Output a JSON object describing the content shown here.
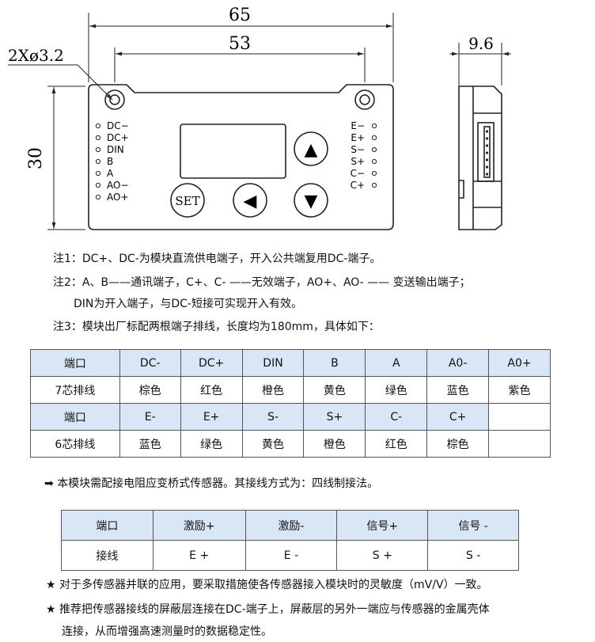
{
  "drawing": {
    "dims": {
      "total_width": "65",
      "hole_spacing": "53",
      "hole_spec": "2Xø3.2",
      "height": "30",
      "depth": "9.6"
    },
    "left_terminals": [
      "DC−",
      "DC+",
      "DIN",
      "B",
      "A",
      "AO−",
      "AO+"
    ],
    "right_terminals": [
      "E−",
      "E+",
      "S−",
      "S+",
      "C−",
      "C+"
    ],
    "buttons": {
      "set_label": "SET",
      "up_glyph": "▲",
      "left_glyph": "◀",
      "down_glyph": "▼"
    }
  },
  "notes": {
    "note1": "注1：DC+、DC-为模块直流供电端子，开入公共端复用DC-端子。",
    "note2": "注2：A、B——通讯端子，C+、C- ——无效端子，AO+、AO- —— 变送输出端子；",
    "note2b": "DIN为开入端子，与DC-短接可实现开入有效。",
    "note3": "注3：模块出厂标配两根端子排线，长度均为180mm，具体如下："
  },
  "cable_table": {
    "rows": [
      [
        "端口",
        "DC-",
        "DC+",
        "DIN",
        "B",
        "A",
        "A0-",
        "A0+"
      ],
      [
        "7芯排线",
        "棕色",
        "红色",
        "橙色",
        "黄色",
        "绿色",
        "蓝色",
        "紫色"
      ],
      [
        "端口",
        "E-",
        "E+",
        "S-",
        "S+",
        "C-",
        "C+",
        ""
      ],
      [
        "6芯排线",
        "蓝色",
        "绿色",
        "黄色",
        "橙色",
        "红色",
        "棕色",
        ""
      ]
    ]
  },
  "sensor_note": "本模块需配接电阻应变桥式传感器。其接线方式为：四线制接法。",
  "wiring_table": {
    "rows": [
      [
        "端口",
        "激励+",
        "激励-",
        "信号+",
        "信号 -"
      ],
      [
        "接线",
        "E +",
        "E -",
        "S +",
        "S -"
      ]
    ]
  },
  "tips": {
    "tip1": "对于多传感器并联的应用，要采取措施使各传感器接入模块时的灵敏度（mV/V）一致。",
    "tip2": "推荐把传感器接线的屏蔽层连接在DC-端子上，屏蔽层的另外一端应与传感器的金属壳体",
    "tip2b": "连接，从而增强高速测量时的数据稳定性。"
  }
}
